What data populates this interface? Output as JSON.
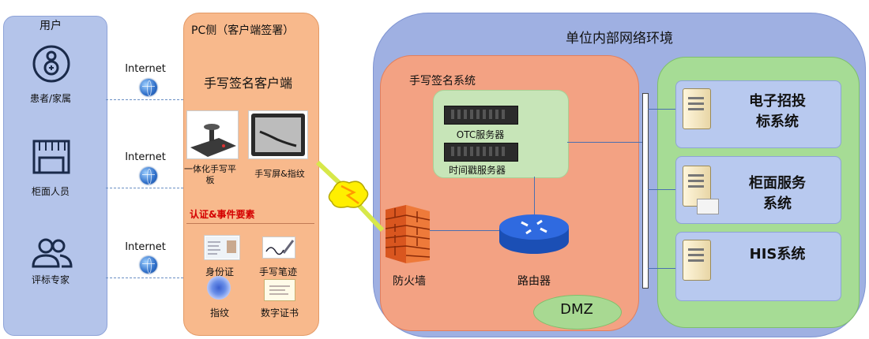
{
  "users": {
    "title": "用户",
    "items": [
      {
        "label": "患者/家属",
        "icon": "patient-icon"
      },
      {
        "label": "柜面人员",
        "icon": "counter-icon"
      },
      {
        "label": "评标专家",
        "icon": "expert-icon"
      }
    ]
  },
  "internet_label": "Internet",
  "pc": {
    "title": "PC侧（客户端签署）",
    "client_title": "手写签名客户端",
    "devices": [
      {
        "label": "一体化手写平板"
      },
      {
        "label": "手写屏&指纹"
      }
    ],
    "elements_title": "认证&事件要素",
    "elements": [
      {
        "label": "身份证"
      },
      {
        "label": "手写笔迹"
      },
      {
        "label": "指纹"
      },
      {
        "label": "数字证书"
      }
    ]
  },
  "network": {
    "title": "单位内部网络环境",
    "signature_system": {
      "title": "手写签名系统",
      "servers": [
        {
          "label": "OTC服务器"
        },
        {
          "label": "时间戳服务器"
        }
      ],
      "firewall": "防火墙",
      "router": "路由器",
      "dmz": "DMZ"
    },
    "systems": [
      {
        "label_line1": "电子招投",
        "label_line2": "标系统"
      },
      {
        "label_line1": "柜面服务",
        "label_line2": "系统"
      },
      {
        "label_line1": "HIS系统",
        "label_line2": ""
      }
    ]
  },
  "colors": {
    "users_panel": "#b4c4ea",
    "pc_panel": "#f8b98c",
    "network_panel": "#9fb0e2",
    "signature_panel": "#f3a283",
    "systems_panel": "#a6dc95",
    "elements_title": "#d40000"
  }
}
